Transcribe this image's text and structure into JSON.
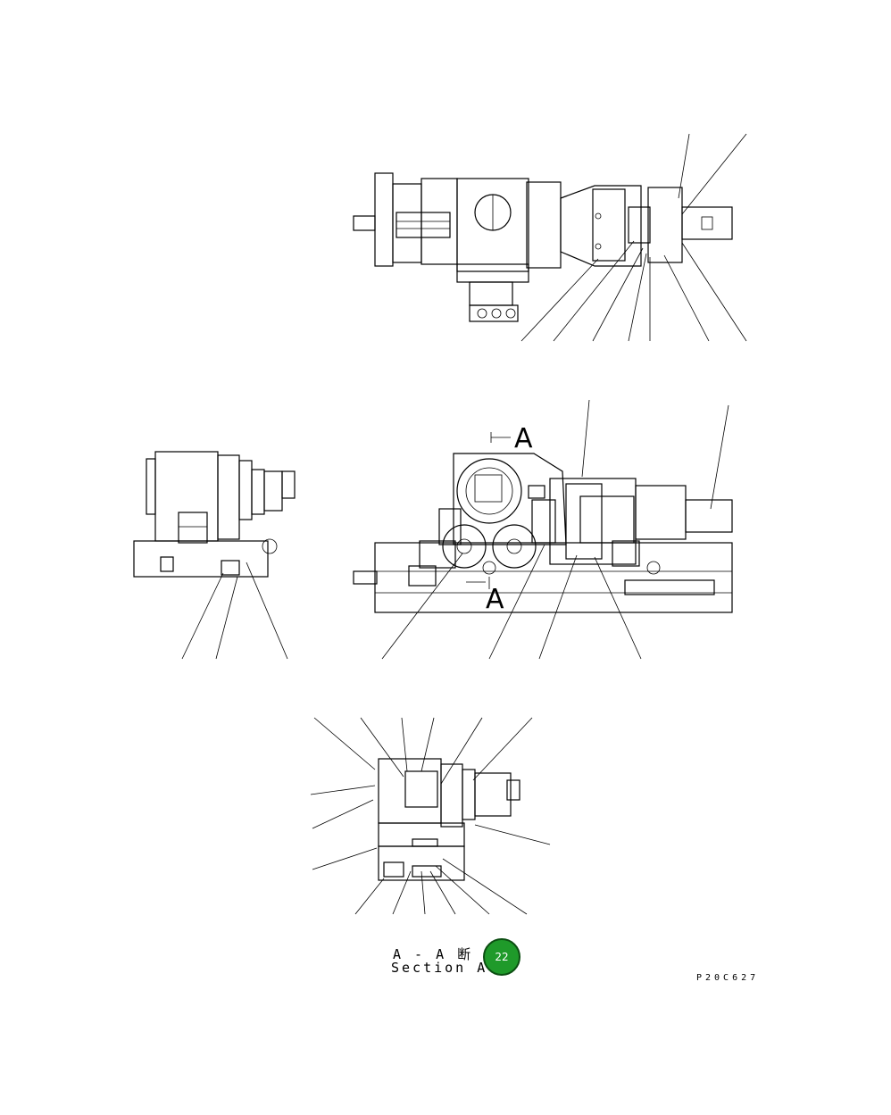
{
  "view_markers": {
    "section_top": "A",
    "section_bottom": "A"
  },
  "section_caption": {
    "line1": "A - A 断",
    "line2": "Section A -"
  },
  "page_badge": "22",
  "drawing_code": "P20C627",
  "colors": {
    "ink": "#000000",
    "badge": "#1f9a2a",
    "paper": "#ffffff"
  }
}
